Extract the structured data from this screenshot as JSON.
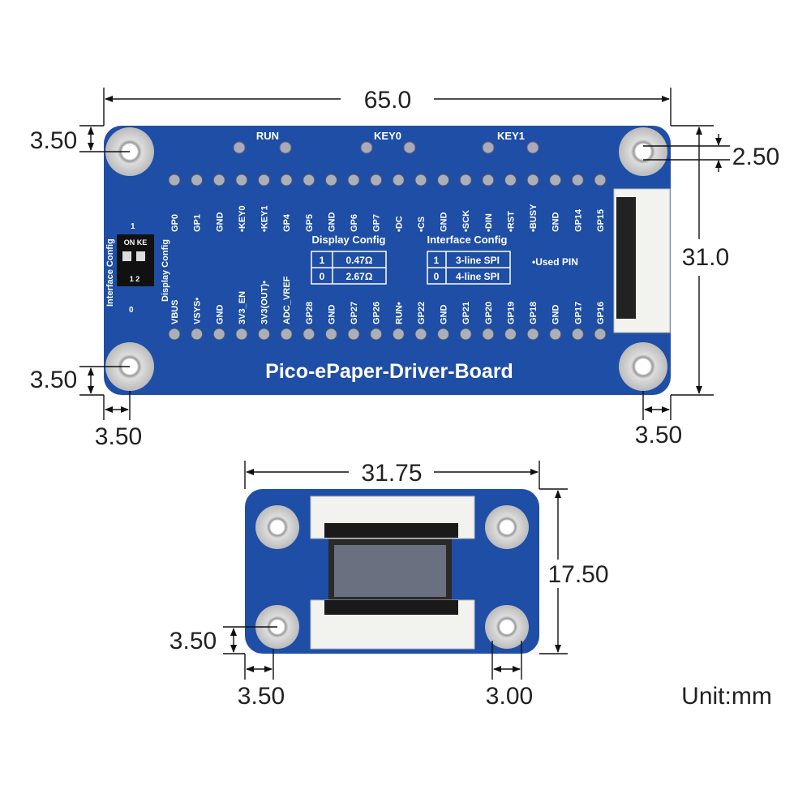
{
  "main_board": {
    "title": "Pico-ePaper-Driver-Board",
    "buttons": [
      "RUN",
      "KEY0",
      "KEY1"
    ],
    "top_pins": [
      "GP0",
      "GP1",
      "GND",
      "•KEY0",
      "•KEY1",
      "GP4",
      "GP5",
      "GND",
      "GP6",
      "GP7",
      "•DC",
      "•CS",
      "GND",
      "•SCK",
      "•DIN",
      "•RST",
      "•BUSY",
      "GND",
      "GP14",
      "GP15"
    ],
    "bottom_pins": [
      "VBUS",
      "VSYS•",
      "GND",
      "3V3_EN",
      "3V3(OUT)•",
      "ADC_VREF",
      "GP28",
      "GND",
      "GP27",
      "GP26",
      "RUN•",
      "GP22",
      "GND",
      "GP21",
      "GP20",
      "GP19",
      "GP18",
      "GND",
      "GP17",
      "GP16"
    ],
    "display_config": {
      "title": "Display Config",
      "rows": [
        [
          "1",
          "0.47Ω"
        ],
        [
          "0",
          "2.67Ω"
        ]
      ]
    },
    "interface_config": {
      "title": "Interface Config",
      "rows": [
        [
          "1",
          "3-line SPI"
        ],
        [
          "0",
          "4-line SPI"
        ]
      ]
    },
    "used_pin_note": "•Used PIN",
    "switch": {
      "label_left": "Interface Config",
      "label_right": "Display Config",
      "on": "ON KE",
      "num_top": "1",
      "nums_bottom": "1 2",
      "num_zero": "0"
    }
  },
  "dimensions": {
    "width": "65.0",
    "height": "31.0",
    "top_left_offset": "3.50",
    "top_right_offset": "2.50",
    "bottom_left_offset": "3.50",
    "bottom_left_x": "3.50",
    "bottom_right_x": "3.50"
  },
  "adapter_board": {
    "width": "31.75",
    "height": "17.50",
    "hole_y": "3.50",
    "hole_x_left": "3.50",
    "hole_x_right": "3.00"
  },
  "unit": "Unit:mm",
  "colors": {
    "board": "#1e4ea6",
    "silk": "#ffffff"
  }
}
